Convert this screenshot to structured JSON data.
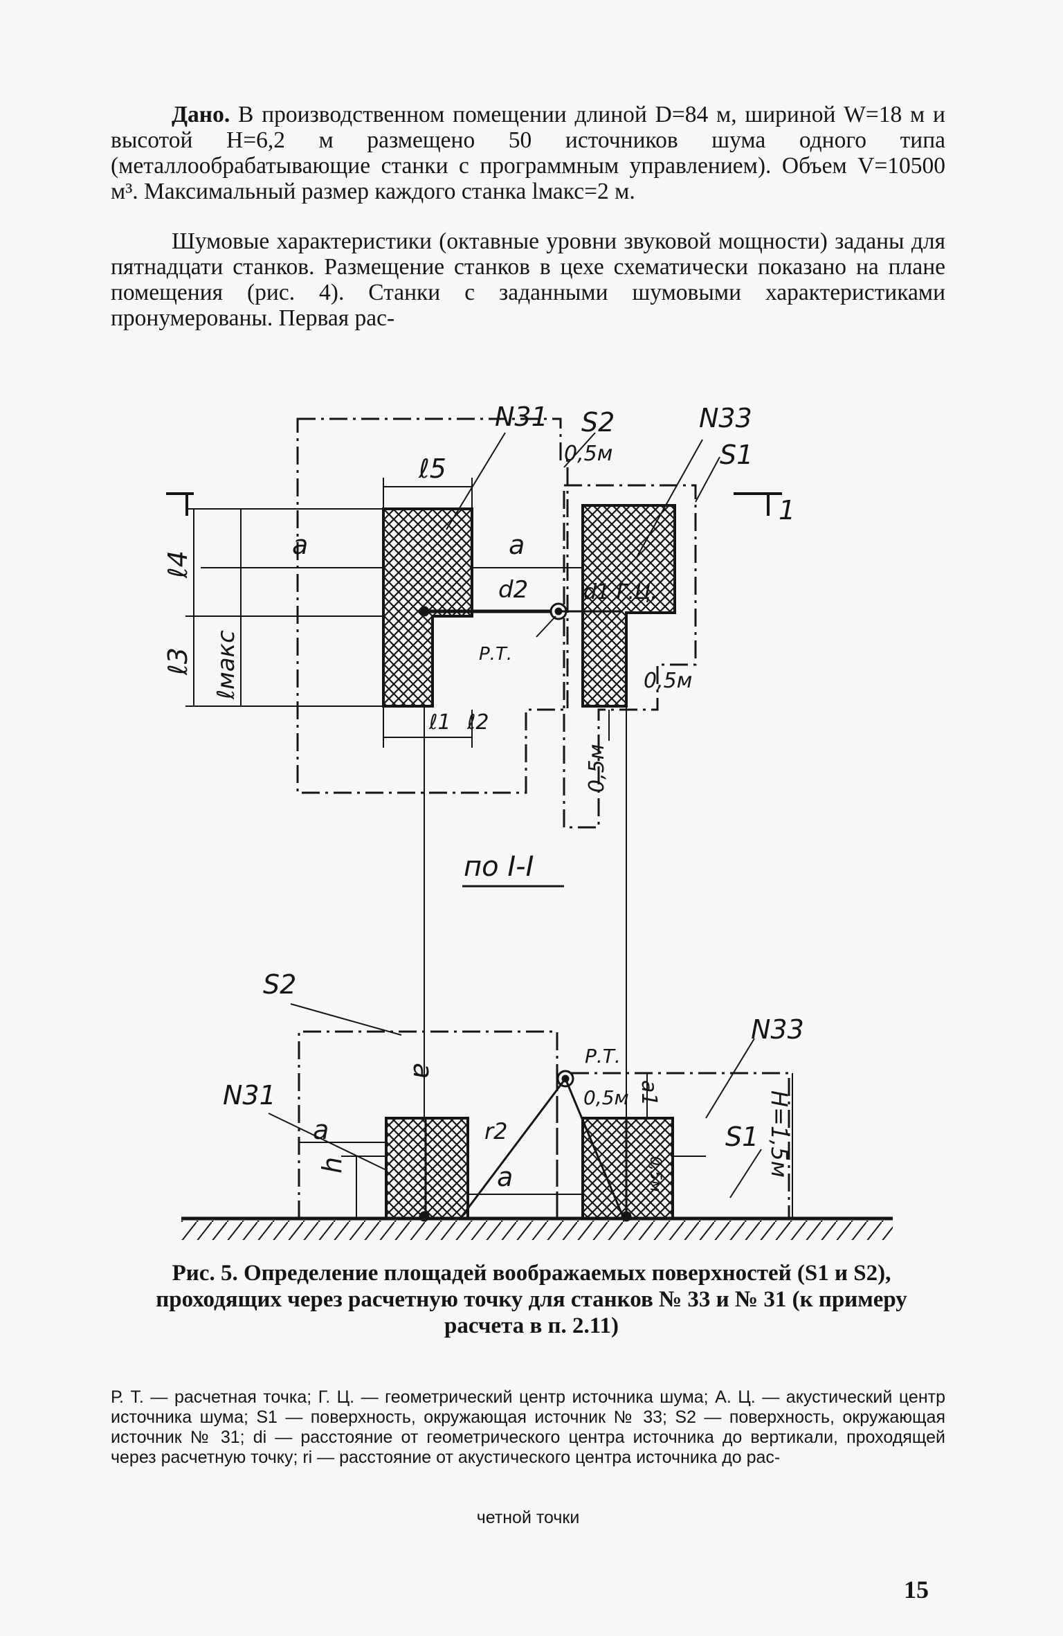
{
  "text": {
    "p1_lead": "Дано.",
    "p1_body": " В производственном помещении длиной D=84 м, шириной W=18 м и высотой H=6,2 м размещено 50 источников шума одного типа (металлообрабатывающие станки с программным управлением). Объем V=10500 м³. Максимальный размер каждого станка lмакс=2 м.",
    "p2": "Шумовые характеристики (октавные уровни звуковой мощности) заданы для пятнадцати станков. Размещение станков в цехе схематически показано на плане помещения (рис. 4). Станки с заданными шумовыми характеристиками пронумерованы. Первая рас-"
  },
  "figure": {
    "plan": {
      "n31": "N31",
      "s2": "S2",
      "n33": "N33",
      "s1": "S1",
      "dim_05m_top": "0,5м",
      "l5": "ℓ5",
      "a_left": "a",
      "a_mid": "a",
      "l4": "ℓ4",
      "d2": "d2",
      "d1_gc": "d1 Г.Ц.",
      "pt": "Р.Т.",
      "l3": "ℓ3",
      "lmaks": "ℓмакс",
      "l1": "ℓ1",
      "l2": "ℓ2",
      "dim_05m_right": "0,5м",
      "dim_05m_bottom": "0,5м",
      "sec_left": "1",
      "sec_right": "1"
    },
    "section_label": "по I-I",
    "elevation": {
      "s2": "S2",
      "n33": "N33",
      "pt": "Р.Т.",
      "n31": "N31",
      "a_vert": "a",
      "dim_05m": "0,5м",
      "a1": "a1",
      "a_left": "a",
      "r2": "r2",
      "s1": "S1",
      "h_label": "H=1,5м",
      "h": "h",
      "a_bottom": "a",
      "dim_05m_small": "0,5м"
    }
  },
  "caption": "Рис. 5. Определение площадей воображаемых поверхностей (S1 и S2), проходящих через расчетную точку для станков № 33 и № 31 (к примеру расчета в п. 2.11)",
  "legend": "Р. Т. — расчетная точка; Г. Ц. — геометрический центр источника шума; А. Ц. — акустический центр источника шума; S1 — поверхность, окружающая источник № 33; S2 — поверхность, окружающая источник № 31; di — расстояние от геометрического центра источника до вертикали, проходящей через расчетную точку; ri — расстояние от акустического центра источника до рас-",
  "legend_last": "четной точки",
  "page_number": "15"
}
